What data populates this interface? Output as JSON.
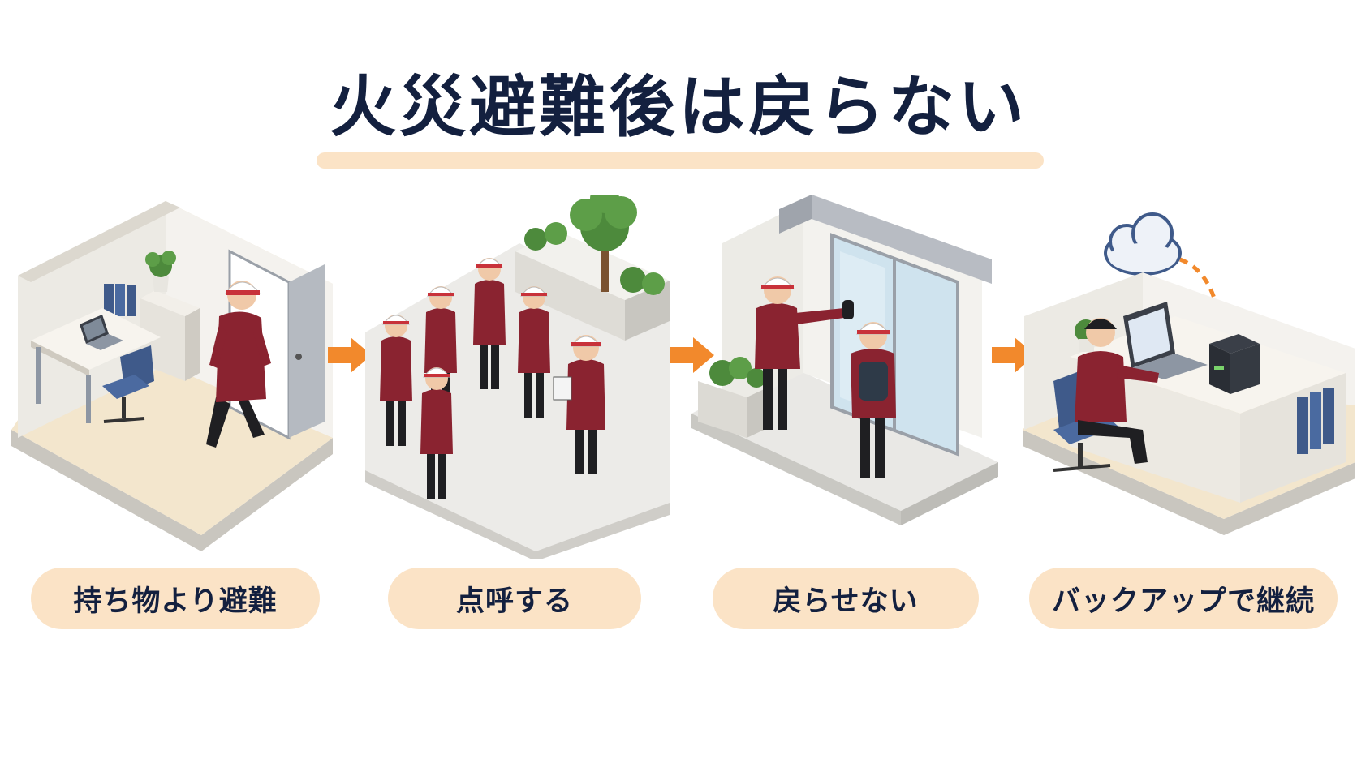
{
  "title": "火災避難後は戻らない",
  "steps": [
    {
      "label": "持ち物より避難"
    },
    {
      "label": "点呼する"
    },
    {
      "label": "戻らせない"
    },
    {
      "label": "バックアップで継続"
    }
  ],
  "colors": {
    "title_text": "#13203f",
    "highlight": "#fbe3c6",
    "arrow": "#f2892c",
    "jacket": "#8a2330",
    "helmet": "#ffffff",
    "helmet_stripe": "#c8323a",
    "floor": "#f3e6cd",
    "wall": "#f1efe9",
    "chair": "#3f5a8a",
    "plant": "#4d8a3c"
  },
  "icons": [
    "arrow-right-icon",
    "cloud-icon",
    "server-icon",
    "laptop-icon",
    "plant-icon",
    "tree-icon",
    "stop-hand-icon"
  ]
}
